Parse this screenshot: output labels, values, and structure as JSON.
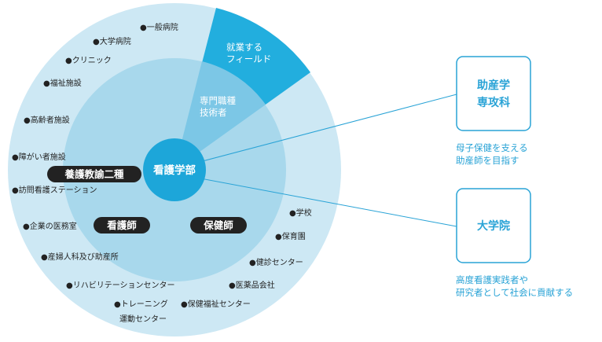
{
  "center": {
    "label": "看護学部"
  },
  "field_segment": {
    "lines": [
      "就業する",
      "フィールド"
    ]
  },
  "specialist_segment": {
    "lines": [
      "専門職種",
      "技術者"
    ]
  },
  "qualifications": {
    "yogo": "養護教諭二種",
    "kangoshi": "看護師",
    "hokenshi": "保健師"
  },
  "workplaces": {
    "general_hospital": "●一般病院",
    "university_hospital": "●大学病院",
    "clinic": "●クリニック",
    "welfare_facility": "●福祉施設",
    "elderly_facility": "●高齢者施設",
    "disability_facility": "●障がい者施設",
    "visiting_nursing": "●訪問看護ステーション",
    "company_medical_office": "●企業の医務室",
    "obstetrics": "●産婦人科及び助産所",
    "rehabilitation_center": "●リハビリテーションセンター",
    "training_center_line1": "●トレーニング",
    "training_center_line2": "運動センター",
    "health_welfare_center": "●保健福祉センター",
    "school": "●学校",
    "nursery": "●保育園",
    "health_check_center": "●健診センター",
    "pharma_company": "●医薬品会社"
  },
  "midwifery_box": {
    "title_lines": [
      "助産学",
      "専攻科"
    ],
    "desc_lines": [
      "母子保健を支える",
      "助産師を目指す"
    ]
  },
  "graduate_box": {
    "title": "大学院",
    "desc_lines": [
      "高度看護実践者や",
      "研究者として社会に貢献する"
    ]
  },
  "colors": {
    "outer_ring": "#cde8f4",
    "inner_disc": "#a8d8ec",
    "field_segment": "#22aede",
    "specialist_segment": "#7cc7e6",
    "center_circle": "#1da6d9",
    "pill": "#222222",
    "accent": "#29a3d6"
  }
}
